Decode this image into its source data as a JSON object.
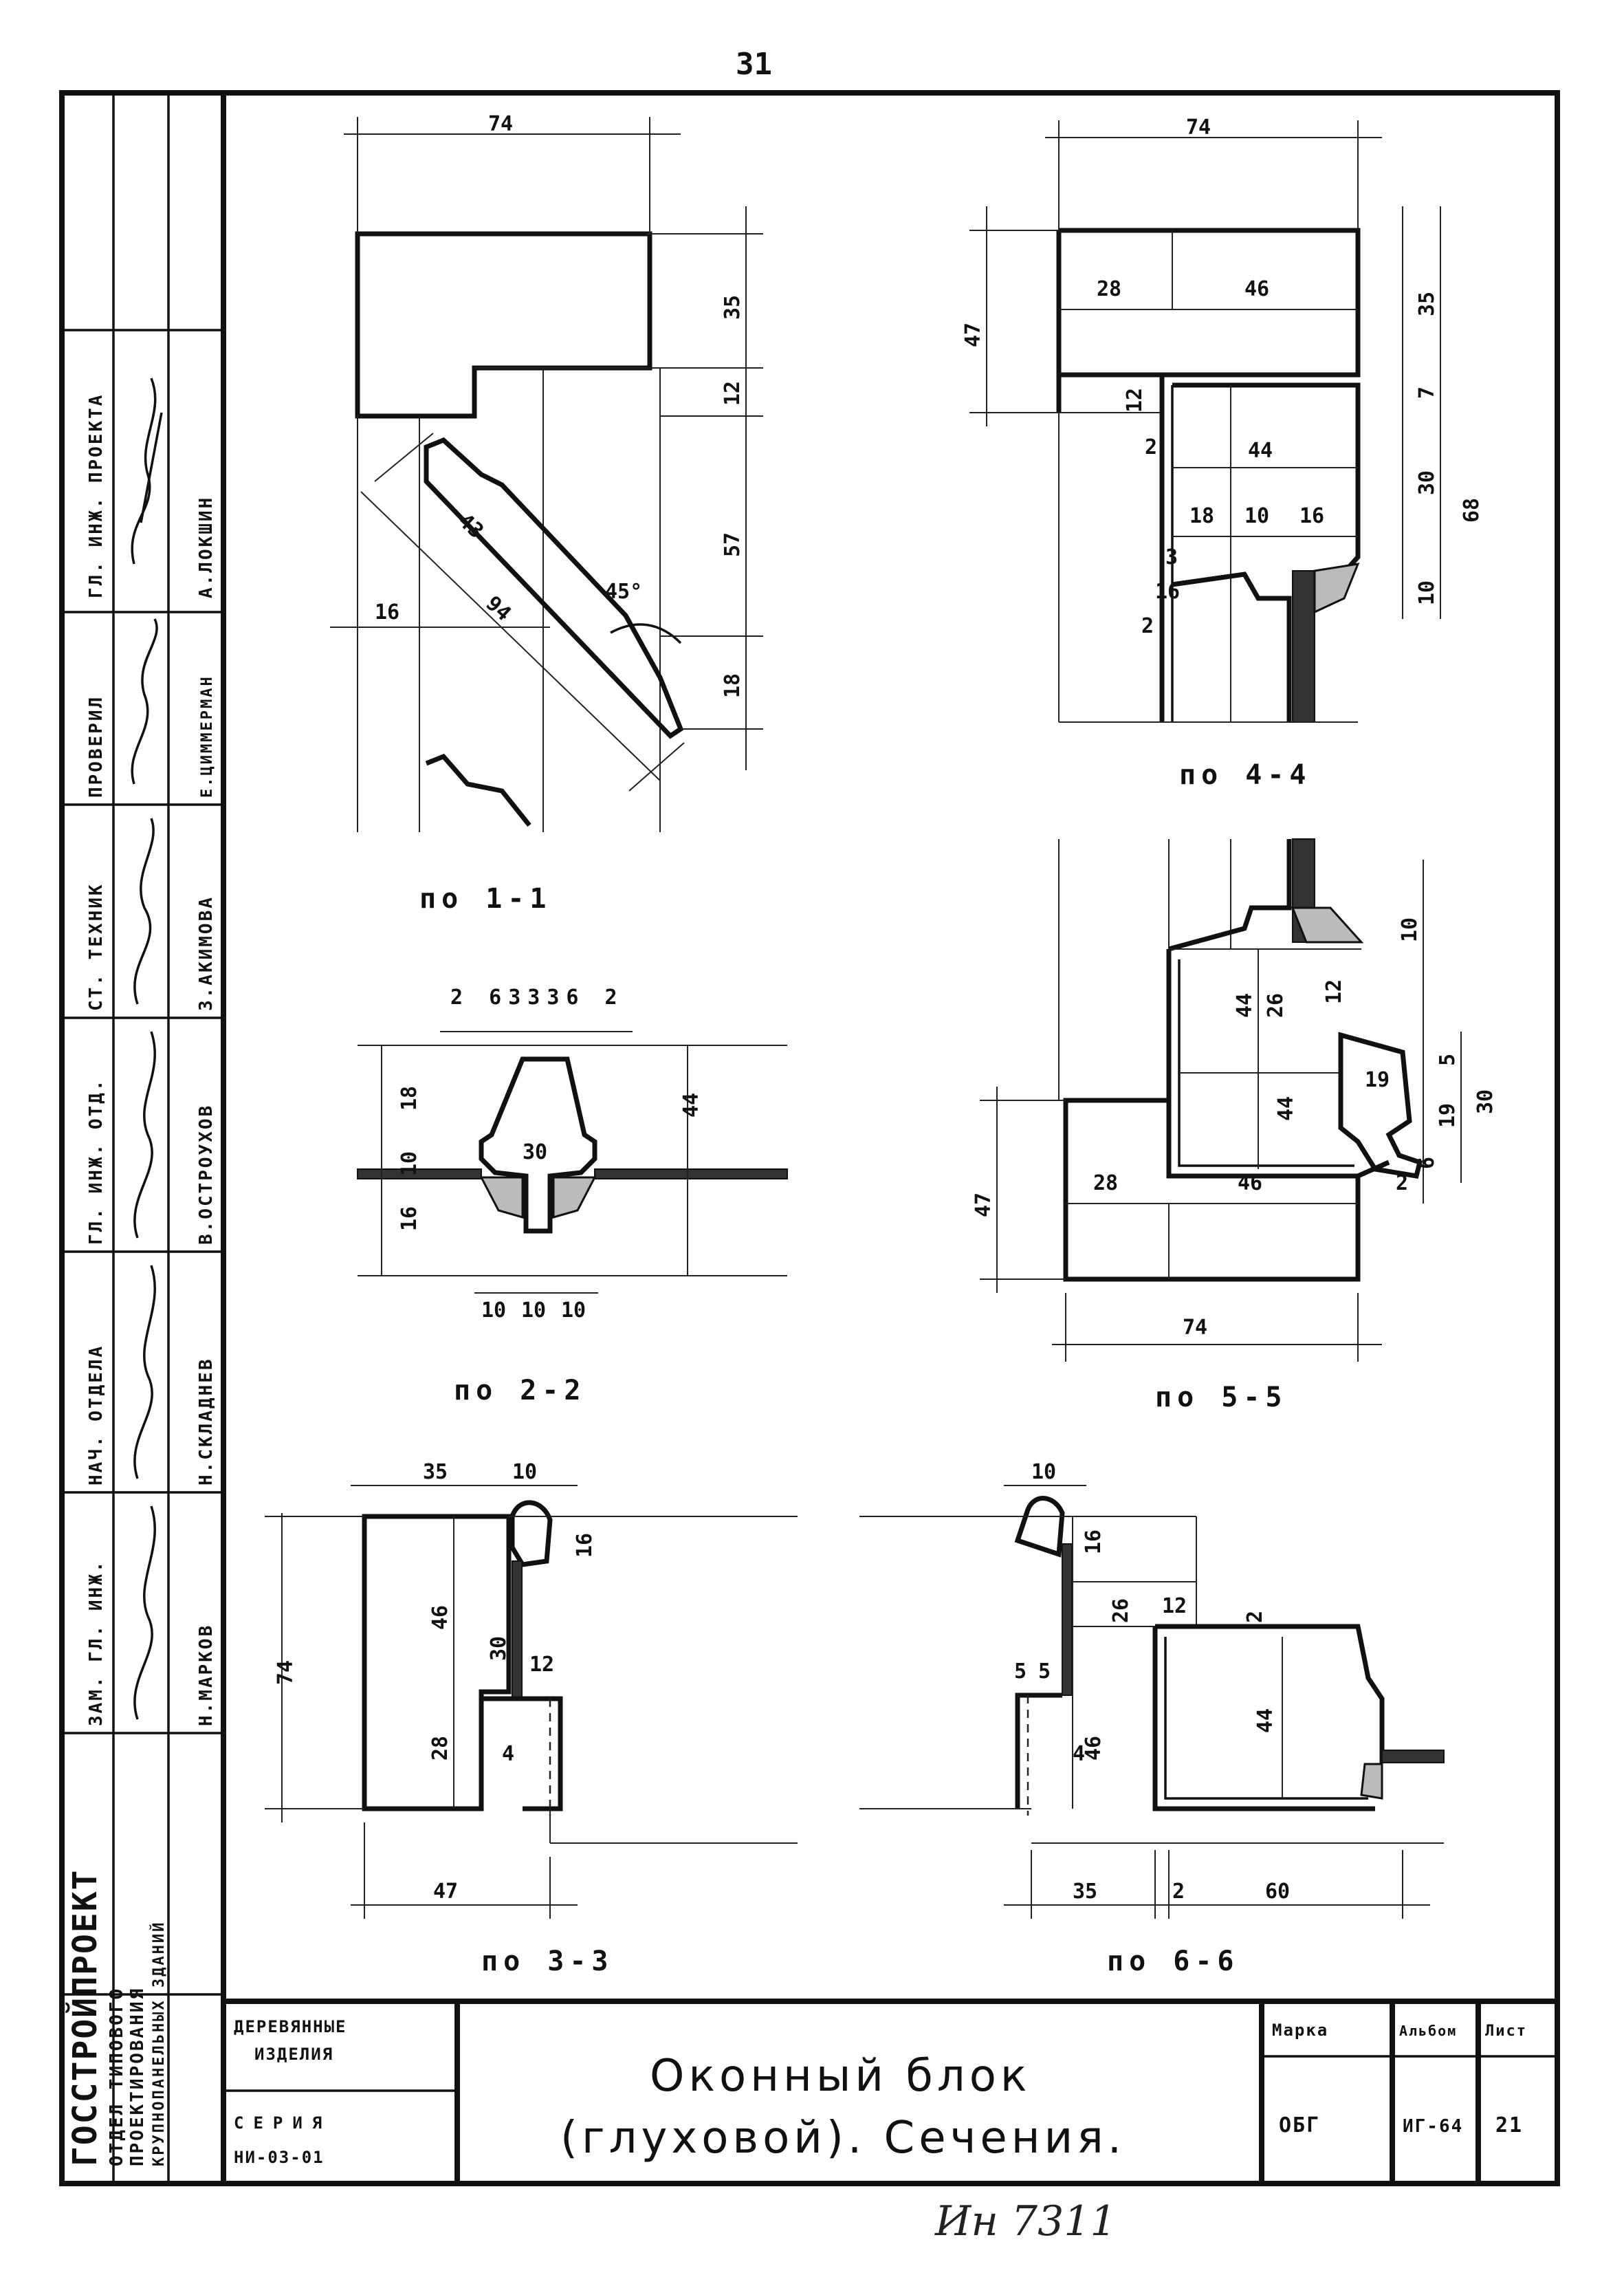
{
  "page_number": "31",
  "inventory_note": "Ин 7311",
  "title_block": {
    "category_line1": "ДЕРЕВЯННЫЕ",
    "category_line2": "ИЗДЕЛИЯ",
    "series_line1": "СЕРИЯ",
    "series_line2": "НИ-03-01",
    "title_line1": "Оконный блок",
    "title_line2": "(глуховой). Сечения.",
    "marka_label": "Марка",
    "marka_value": "ОБГ",
    "album_label": "Альбом",
    "album_value": "ИГ-64",
    "sheet_label": "Лист",
    "sheet_value": "21"
  },
  "side_stamp": {
    "org_line1": "ГОССТРОЙПРОЕКТ",
    "org_line2": "ОТДЕЛ ТИПОВОГО",
    "org_line3": "ПРОЕКТИРОВАНИЯ",
    "org_line4": "КРУПНОПАНЕЛЬНЫХ ЗДАНИЙ",
    "roles": [
      {
        "role": "ГЛ. ИНЖ. ПРОЕКТА",
        "name": "А.ЛОКШИН"
      },
      {
        "role": "ПРОВЕРИЛ",
        "name": "Е.ЦИММЕРМАН"
      },
      {
        "role": "СТ. ТЕХНИК",
        "name": "З.АКИМОВА"
      },
      {
        "role": "ГЛ. ИНЖ. ОТД.",
        "name": "В.ОСТРОУХОВ"
      },
      {
        "role": "НАЧ. ОТДЕЛА",
        "name": "Н.СКЛАДНЕВ"
      },
      {
        "role": "ЗАМ. ГЛ. ИНЖ.",
        "name": "Н.МАРКОВ"
      }
    ]
  },
  "sections": [
    {
      "caption": "по 1-1",
      "dims": [
        "74",
        "35",
        "12",
        "57",
        "18",
        "16",
        "43",
        "94",
        "45°"
      ]
    },
    {
      "caption": "по 4-4",
      "dims": [
        "74",
        "47",
        "28",
        "46",
        "35",
        "7",
        "12",
        "2",
        "44",
        "30",
        "68",
        "18",
        "10",
        "16",
        "10",
        "2",
        "16",
        "3"
      ]
    },
    {
      "caption": "по 2-2",
      "dims": [
        "2",
        "6",
        "3",
        "3",
        "3",
        "6",
        "2",
        "18",
        "44",
        "10",
        "30",
        "16",
        "10",
        "10",
        "10"
      ]
    },
    {
      "caption": "по 5-5",
      "dims": [
        "10",
        "44",
        "26",
        "12",
        "44",
        "19",
        "5",
        "19",
        "30",
        "6",
        "2",
        "47",
        "28",
        "46",
        "74"
      ]
    },
    {
      "caption": "по 3-3",
      "dims": [
        "35",
        "10",
        "16",
        "46",
        "30",
        "12",
        "74",
        "28",
        "4",
        "47"
      ]
    },
    {
      "caption": "по 6-6",
      "dims": [
        "10",
        "16",
        "26",
        "12",
        "2",
        "5",
        "5",
        "46",
        "4",
        "44",
        "35",
        "2",
        "60"
      ]
    }
  ]
}
